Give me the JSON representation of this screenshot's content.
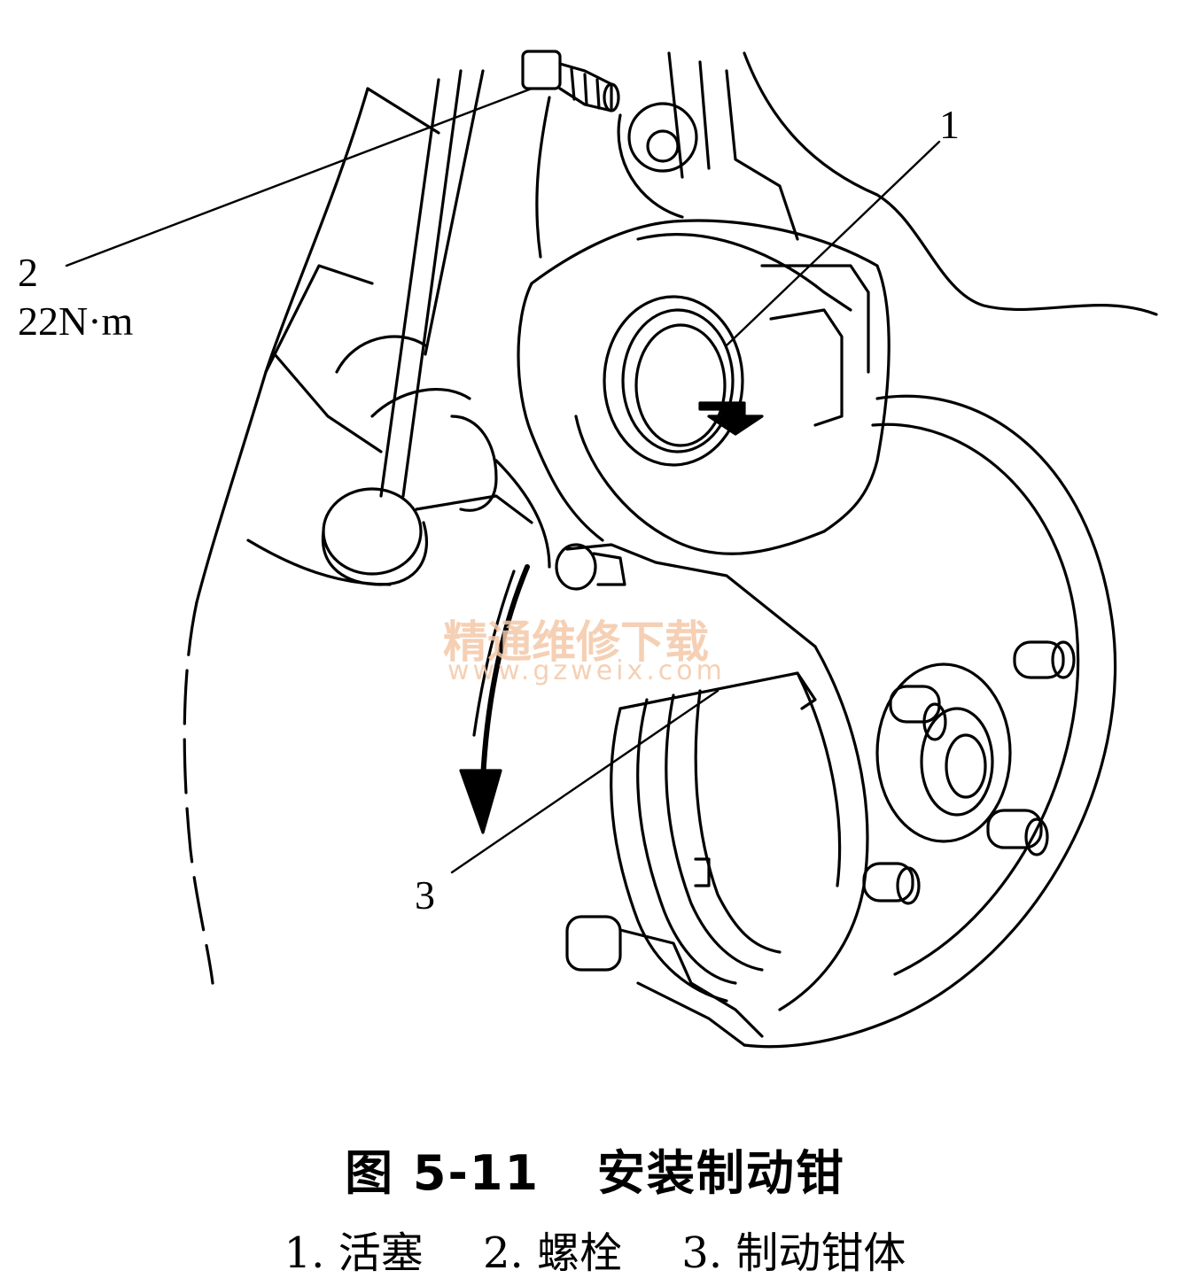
{
  "callouts": {
    "c1": "1",
    "c2": "2",
    "c2_torque": "22N·m",
    "c3": "3"
  },
  "watermark": {
    "cn": "精通维修下载",
    "url": "www.gzweix.com"
  },
  "caption": {
    "number": "图 5-11",
    "title": "安装制动钳"
  },
  "legend": [
    "1. 活塞",
    "2. 螺栓",
    "3. 制动钳体"
  ]
}
